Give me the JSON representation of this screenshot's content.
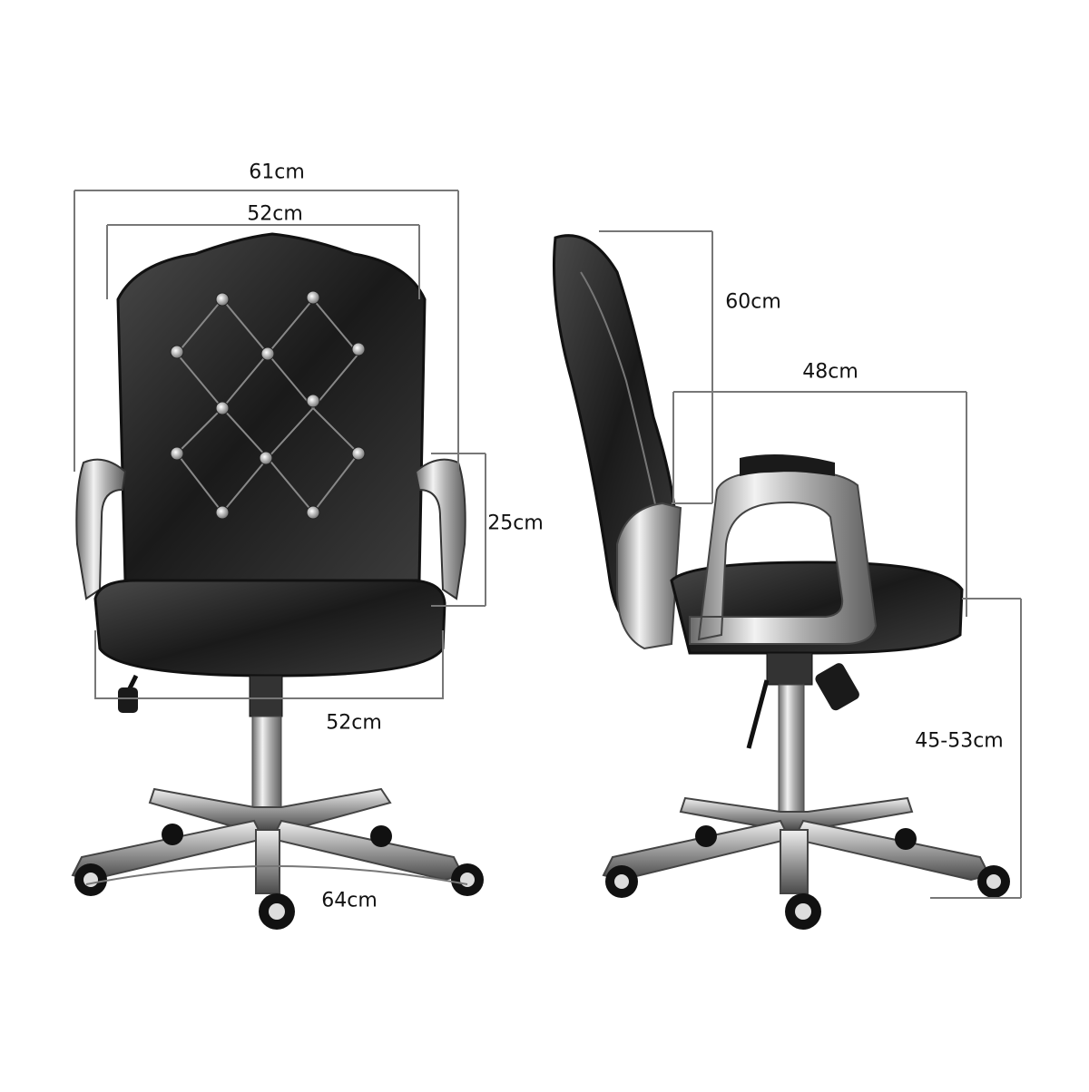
{
  "front_view": {
    "dimensions": {
      "overall_width": "61cm",
      "back_width": "52cm",
      "armrest_height": "25cm",
      "seat_width": "52cm",
      "base_diameter": "64cm"
    }
  },
  "side_view": {
    "dimensions": {
      "back_height": "60cm",
      "seat_depth": "48cm",
      "seat_height": "45-53cm"
    }
  },
  "colors": {
    "line": "#777777",
    "leather_dark": "#1c1c1c",
    "leather_mid": "#3a3a3a",
    "chrome_light": "#e6e6e6",
    "chrome_mid": "#a8a8a8",
    "chrome_dark": "#5a5a5a"
  }
}
